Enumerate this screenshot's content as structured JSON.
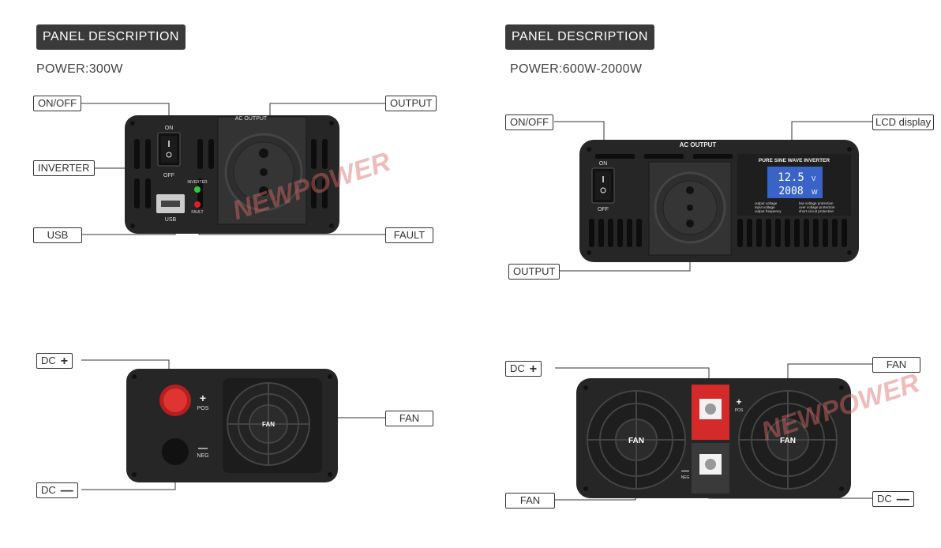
{
  "left": {
    "header": "PANEL DESCRIPTION",
    "power": "POWER:300W",
    "front": {
      "callouts": {
        "on_off": "ON/OFF",
        "inverter": "INVERTER",
        "usb": "USB",
        "output": "OUTPUT",
        "fault": "FAULT"
      },
      "panel_text": {
        "ac_output": "AC OUTPUT",
        "on": "ON",
        "off": "OFF",
        "inverter": "INVERTER",
        "fault": "FAULT",
        "usb": "USB"
      }
    },
    "back": {
      "callouts": {
        "dc_plus": "DC",
        "dc_minus": "DC",
        "fan": "FAN"
      },
      "panel_text": {
        "pos": "POS",
        "neg": "NEG",
        "fan": "FAN"
      }
    }
  },
  "right": {
    "header": "PANEL DESCRIPTION",
    "power": "POWER:600W-2000W",
    "front": {
      "callouts": {
        "on_off": "ON/OFF",
        "lcd": "LCD display",
        "output": "OUTPUT"
      },
      "panel_text": {
        "ac_output": "AC OUTPUT",
        "on": "ON",
        "off": "OFF",
        "title": "PURE SINE WAVE INVERTER",
        "lcd_top": "12.5",
        "lcd_top_unit": "V",
        "lcd_bottom": "2008",
        "lcd_bottom_unit": "W",
        "legend_left": [
          "output voltage",
          "input voltage",
          "output frequency"
        ],
        "legend_right": [
          "low voltage protection",
          "over voltage protection",
          "short circuit protection"
        ]
      }
    },
    "back": {
      "callouts": {
        "dc_plus": "DC",
        "fan_right": "FAN",
        "fan_left": "FAN",
        "dc_minus": "DC"
      },
      "panel_text": {
        "pos": "POS",
        "neg": "NEG",
        "fan_left": "FAN",
        "fan_right": "FAN"
      }
    }
  },
  "symbols": {
    "plus": "+",
    "minus": "—"
  },
  "watermark": "NEWPOWER",
  "colors": {
    "panel": "#2a2a2a",
    "header_bg": "#3a3a3a",
    "terminal_red": "#d42a2a",
    "led_green": "#2ecc40",
    "led_red": "#e02020",
    "lcd_blue": "#3a63c8",
    "watermark": "#e06a6a"
  }
}
